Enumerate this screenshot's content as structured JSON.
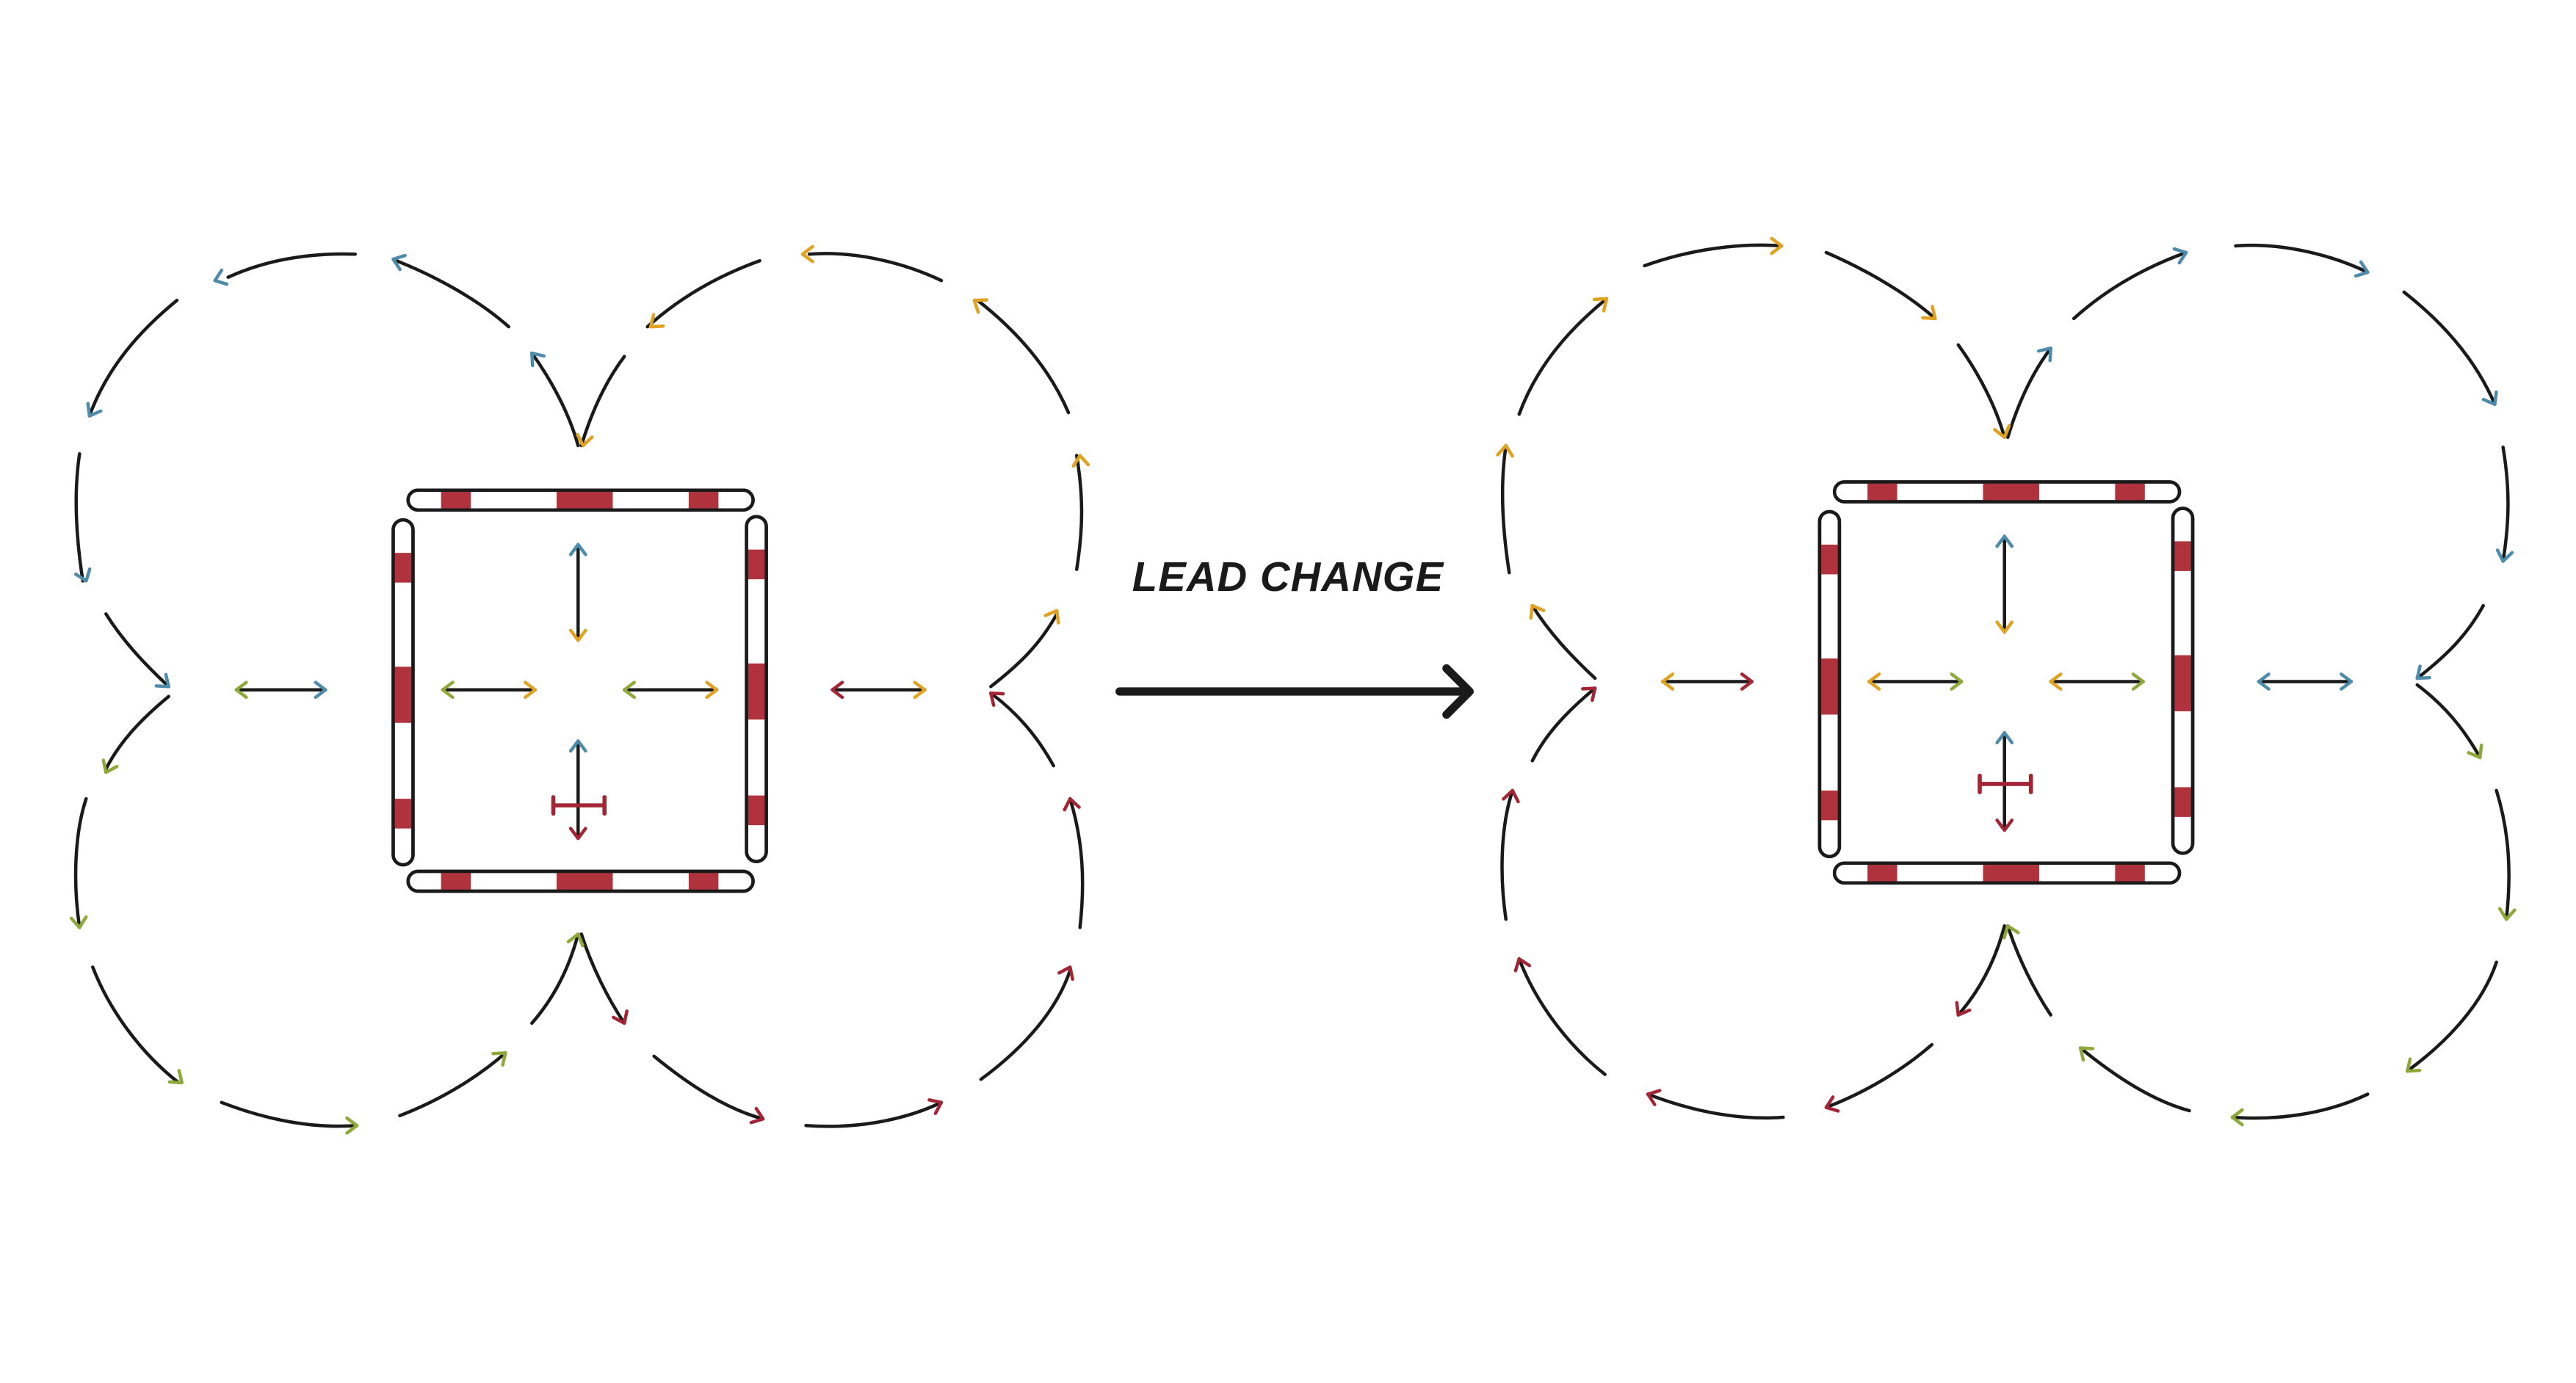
{
  "label": {
    "lead_change": "LEAD CHANGE"
  },
  "colors": {
    "stroke": "#1a1a1a",
    "blue": "#4d8bab",
    "gold": "#e0a21f",
    "green": "#8fa83a",
    "red": "#a32535",
    "pole_stripe": "#b0323c",
    "background": "#ffffff"
  },
  "icons": {
    "lead_change_arrow": "arrow-right-icon",
    "inner_arrows": "double-headed-arrow-icon",
    "center_marker": "cross-marker-icon"
  },
  "patterns": [
    {
      "name": "before-pattern",
      "lobes": {
        "top_left": "blue",
        "top_right": "gold",
        "bottom_left": "green",
        "bottom_right": "red"
      }
    },
    {
      "name": "after-pattern",
      "lobes": {
        "top_left": "gold",
        "top_right": "blue",
        "bottom_left": "red",
        "bottom_right": "green"
      }
    }
  ]
}
